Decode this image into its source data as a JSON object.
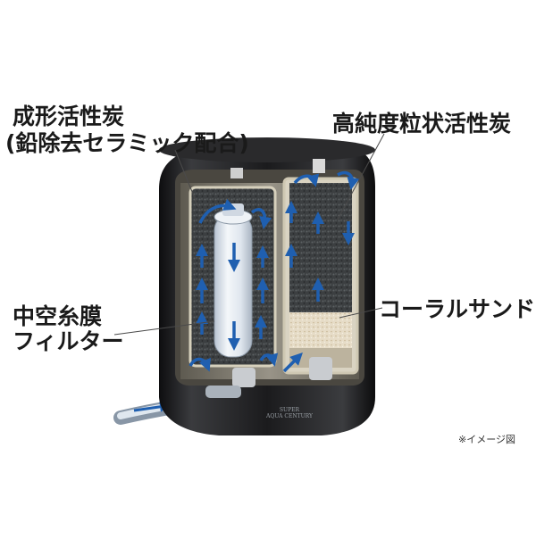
{
  "labels": {
    "molded_carbon_line1": "成形活性炭",
    "molded_carbon_line2": "(鉛除去セラミック配合)",
    "granular_carbon": "高純度粒状活性炭",
    "hollow_fiber_line1": "中空糸膜",
    "hollow_fiber_line2": "フィルター",
    "coral_sand": "コーラルサンド"
  },
  "note": "※イメージ図",
  "product_mark": {
    "line1": "SUPER",
    "line2": "AQUA CENTURY"
  },
  "colors": {
    "housing": "#1c1c1e",
    "flow_arrow": "#1f5fb0",
    "carbon": "#3a3d3f",
    "filter": "#dfe6ee",
    "sand": "#e7dcc6",
    "leader_line": "#4a4a4a"
  }
}
